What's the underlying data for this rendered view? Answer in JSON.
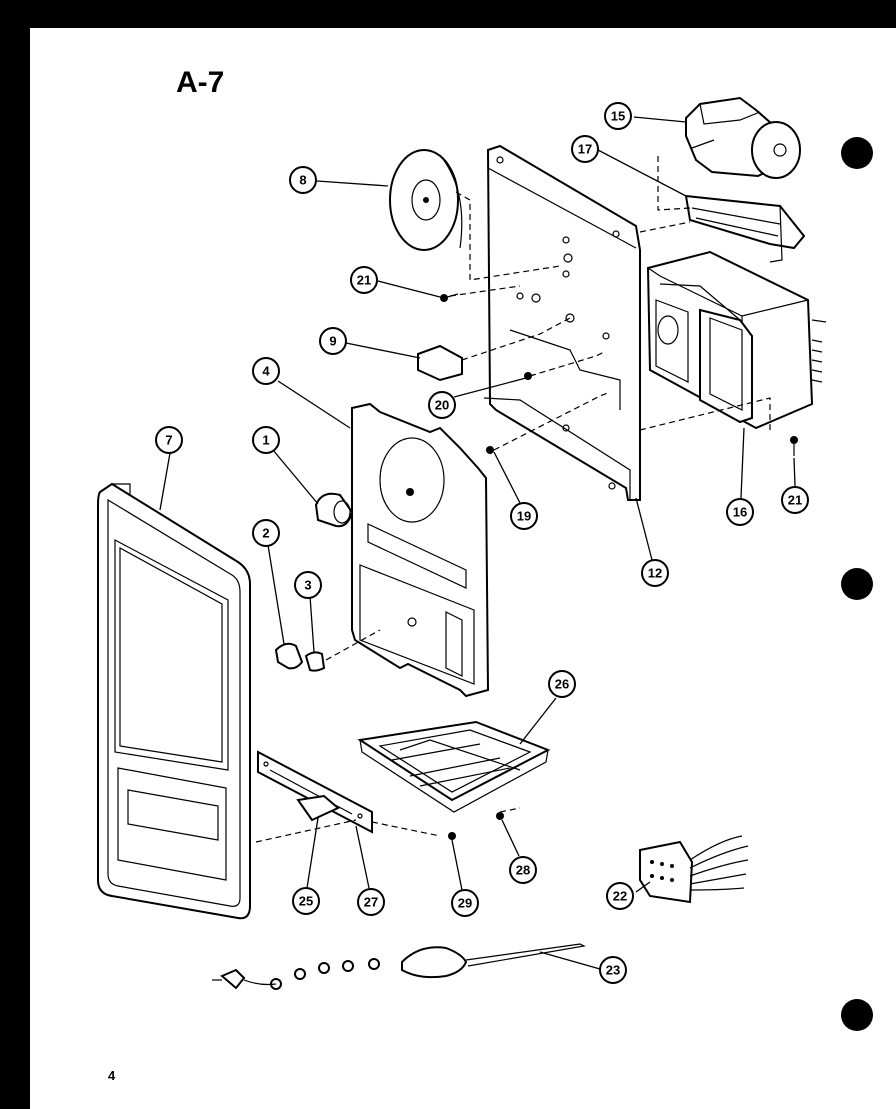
{
  "title": "A-7",
  "page_number": "4",
  "callouts": [
    "1",
    "2",
    "3",
    "4",
    "7",
    "8",
    "9",
    "12",
    "15",
    "16",
    "17",
    "19",
    "20",
    "21",
    "21",
    "22",
    "23",
    "25",
    "26",
    "27",
    "28",
    "29"
  ]
}
